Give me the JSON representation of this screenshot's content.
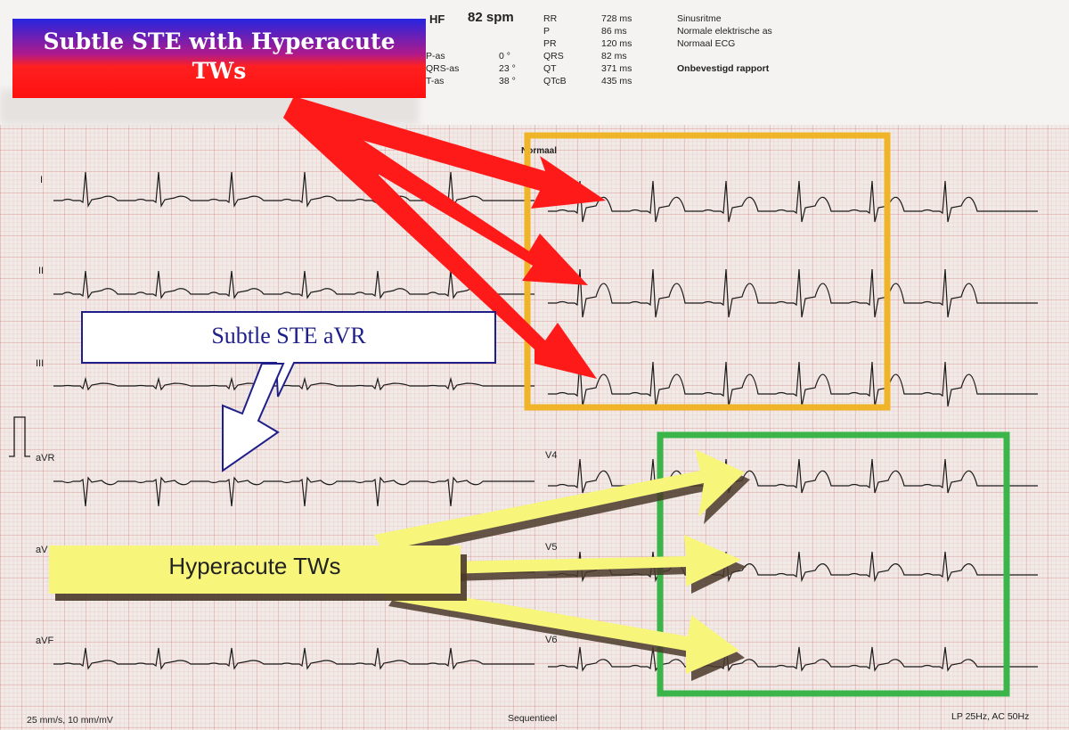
{
  "header": {
    "hf_label": "HF",
    "hf_value": "82 spm",
    "rows_left": [
      {
        "label": "P-as",
        "value": "0 °"
      },
      {
        "label": "QRS-as",
        "value": "23 °"
      },
      {
        "label": "T-as",
        "value": "38 °"
      }
    ],
    "rows_mid": [
      {
        "label": "RR",
        "value": "728 ms"
      },
      {
        "label": "P",
        "value": "86 ms"
      },
      {
        "label": "PR",
        "value": "120 ms"
      },
      {
        "label": "QRS",
        "value": "82 ms"
      },
      {
        "label": "QT",
        "value": "371 ms"
      },
      {
        "label": "QTcB",
        "value": "435 ms"
      }
    ],
    "interpretation": [
      "Sinusritme",
      "Normale elektrische as",
      "Normaal ECG",
      "",
      "Onbevestigd rapport"
    ],
    "normal_label": "Normaal"
  },
  "leads": {
    "I": "I",
    "II": "II",
    "III": "III",
    "aVR": "aVR",
    "aVL": "aV",
    "aVF": "aVF",
    "V4": "V4",
    "V5": "V5",
    "V6": "V6"
  },
  "footer": {
    "speed": "25 mm/s, 10 mm/mV",
    "mode": "Sequentieel",
    "filter": "LP 25Hz, AC 50Hz"
  },
  "annotations": {
    "ste_hyperacute": "Subtle STE with Hyperacute TWs",
    "ste_avr": "Subtle STE aVR",
    "hyperacute_tw": "Hyperacute TWs"
  },
  "colors": {
    "ecg_trace": "#1a1a1a",
    "orange_box": "#f0b429",
    "green_box": "#3bb54a",
    "red_arrow": "#ff1a1a",
    "yellow_arrow": "#f7f57a",
    "navy": "#1f1f8a"
  }
}
